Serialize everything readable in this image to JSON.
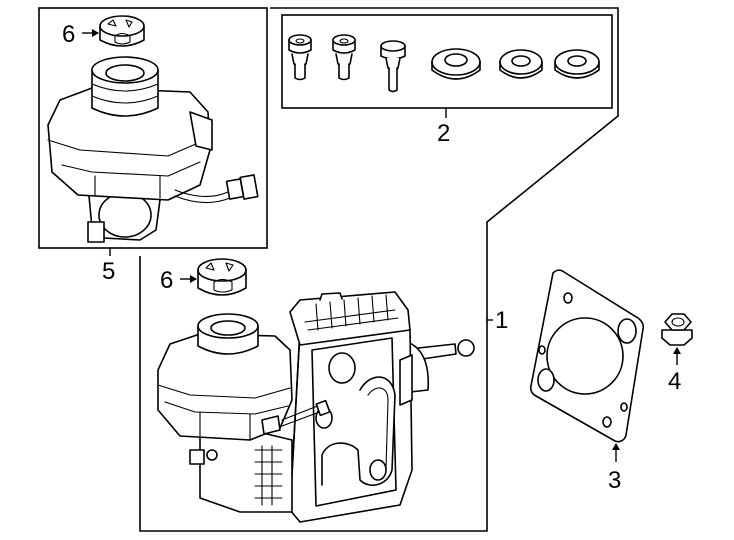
{
  "callouts": {
    "c1": "1",
    "c2": "2",
    "c3": "3",
    "c4": "4",
    "c5": "5",
    "c6_top": "6",
    "c6_mid": "6"
  },
  "colors": {
    "line": "#000000",
    "background": "#ffffff"
  }
}
